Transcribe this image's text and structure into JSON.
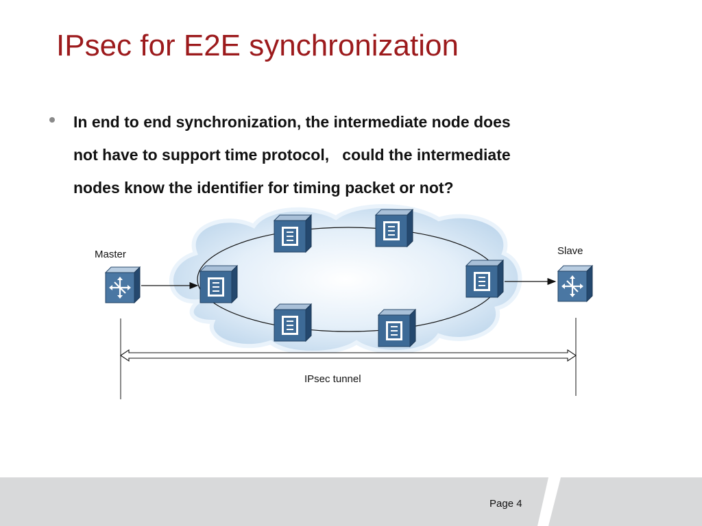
{
  "slide": {
    "title": "IPsec for E2E synchronization",
    "bullet": {
      "line1": "In end to end synchronization, the intermediate node does",
      "line2": "not have to support time protocol,   could the intermediate",
      "line3": "nodes know the identifier for timing packet or not?"
    }
  },
  "diagram": {
    "master_label": "Master",
    "slave_label": "Slave",
    "tunnel_label": "IPsec tunnel",
    "colors": {
      "device_face": "#3f6d99",
      "device_top": "#9db6cf",
      "device_side": "#26486b",
      "cloud_fill": "#cfe2f3",
      "cloud_edge": "#eef6fd"
    }
  },
  "footer": {
    "page_label": "Page 4"
  }
}
